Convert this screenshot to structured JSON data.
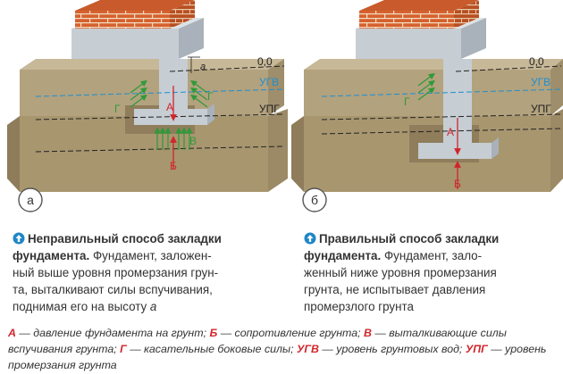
{
  "colors": {
    "soil_top": "#c7b898",
    "soil_front": "#b3a27e",
    "soil_side": "#9f8e6b",
    "soil_low_front": "#9c8a66",
    "concrete": "#c6cdd3",
    "brick": "#d6622f",
    "mortar": "#f3dfc6",
    "line_gw": "#1c8fd0",
    "arrow_red": "#d0262b",
    "arrow_green": "#2f9a3a",
    "caption_icon": "#1f86c6"
  },
  "diagrams": [
    {
      "id": "a",
      "badge": "а",
      "level_labels": {
        "zero": "0,0",
        "ugv": "УГВ",
        "upg": "УПГ"
      },
      "force_labels": {
        "a": "А",
        "b": "Б",
        "v": "В",
        "g_left": "Г",
        "g_right": "Г",
        "height": "а"
      }
    },
    {
      "id": "b",
      "badge": "б",
      "level_labels": {
        "zero": "0,0",
        "ugv": "УГВ",
        "upg": "УПГ"
      },
      "force_labels": {
        "a": "А",
        "b": "Б",
        "g": "Г"
      }
    }
  ],
  "captions": {
    "a": {
      "icon": "info-arrow-icon",
      "bold": "Неправильный способ закладки фундамента.",
      "lines": [
        "Фундамент, заложен-",
        "ный выше уровня промерзания грун-",
        "та, выталкивают силы вспучивания,",
        "поднимая его на высоту "
      ],
      "tail_italic": "а"
    },
    "b": {
      "icon": "info-arrow-icon",
      "bold": "Правильный способ закладки фундамента.",
      "lines": [
        "Фундамент, зало-",
        "женный ниже уровня промерзания",
        "грунта, не испытывает давления",
        "промерзлого грунта"
      ]
    }
  },
  "legend": [
    {
      "key": "А",
      "text": " — давление фундамента на грунт; "
    },
    {
      "key": "Б",
      "text": " — сопротивление грунта; "
    },
    {
      "key": "В",
      "text": " — выталкивающие силы вспучивания грунта; "
    },
    {
      "key": "Г",
      "text": " — касательные боковые силы; "
    },
    {
      "key": "УГВ",
      "text": " — уровень грунтовых вод; "
    },
    {
      "key": "УПГ",
      "text": " — уровень промерзания грунта"
    }
  ]
}
